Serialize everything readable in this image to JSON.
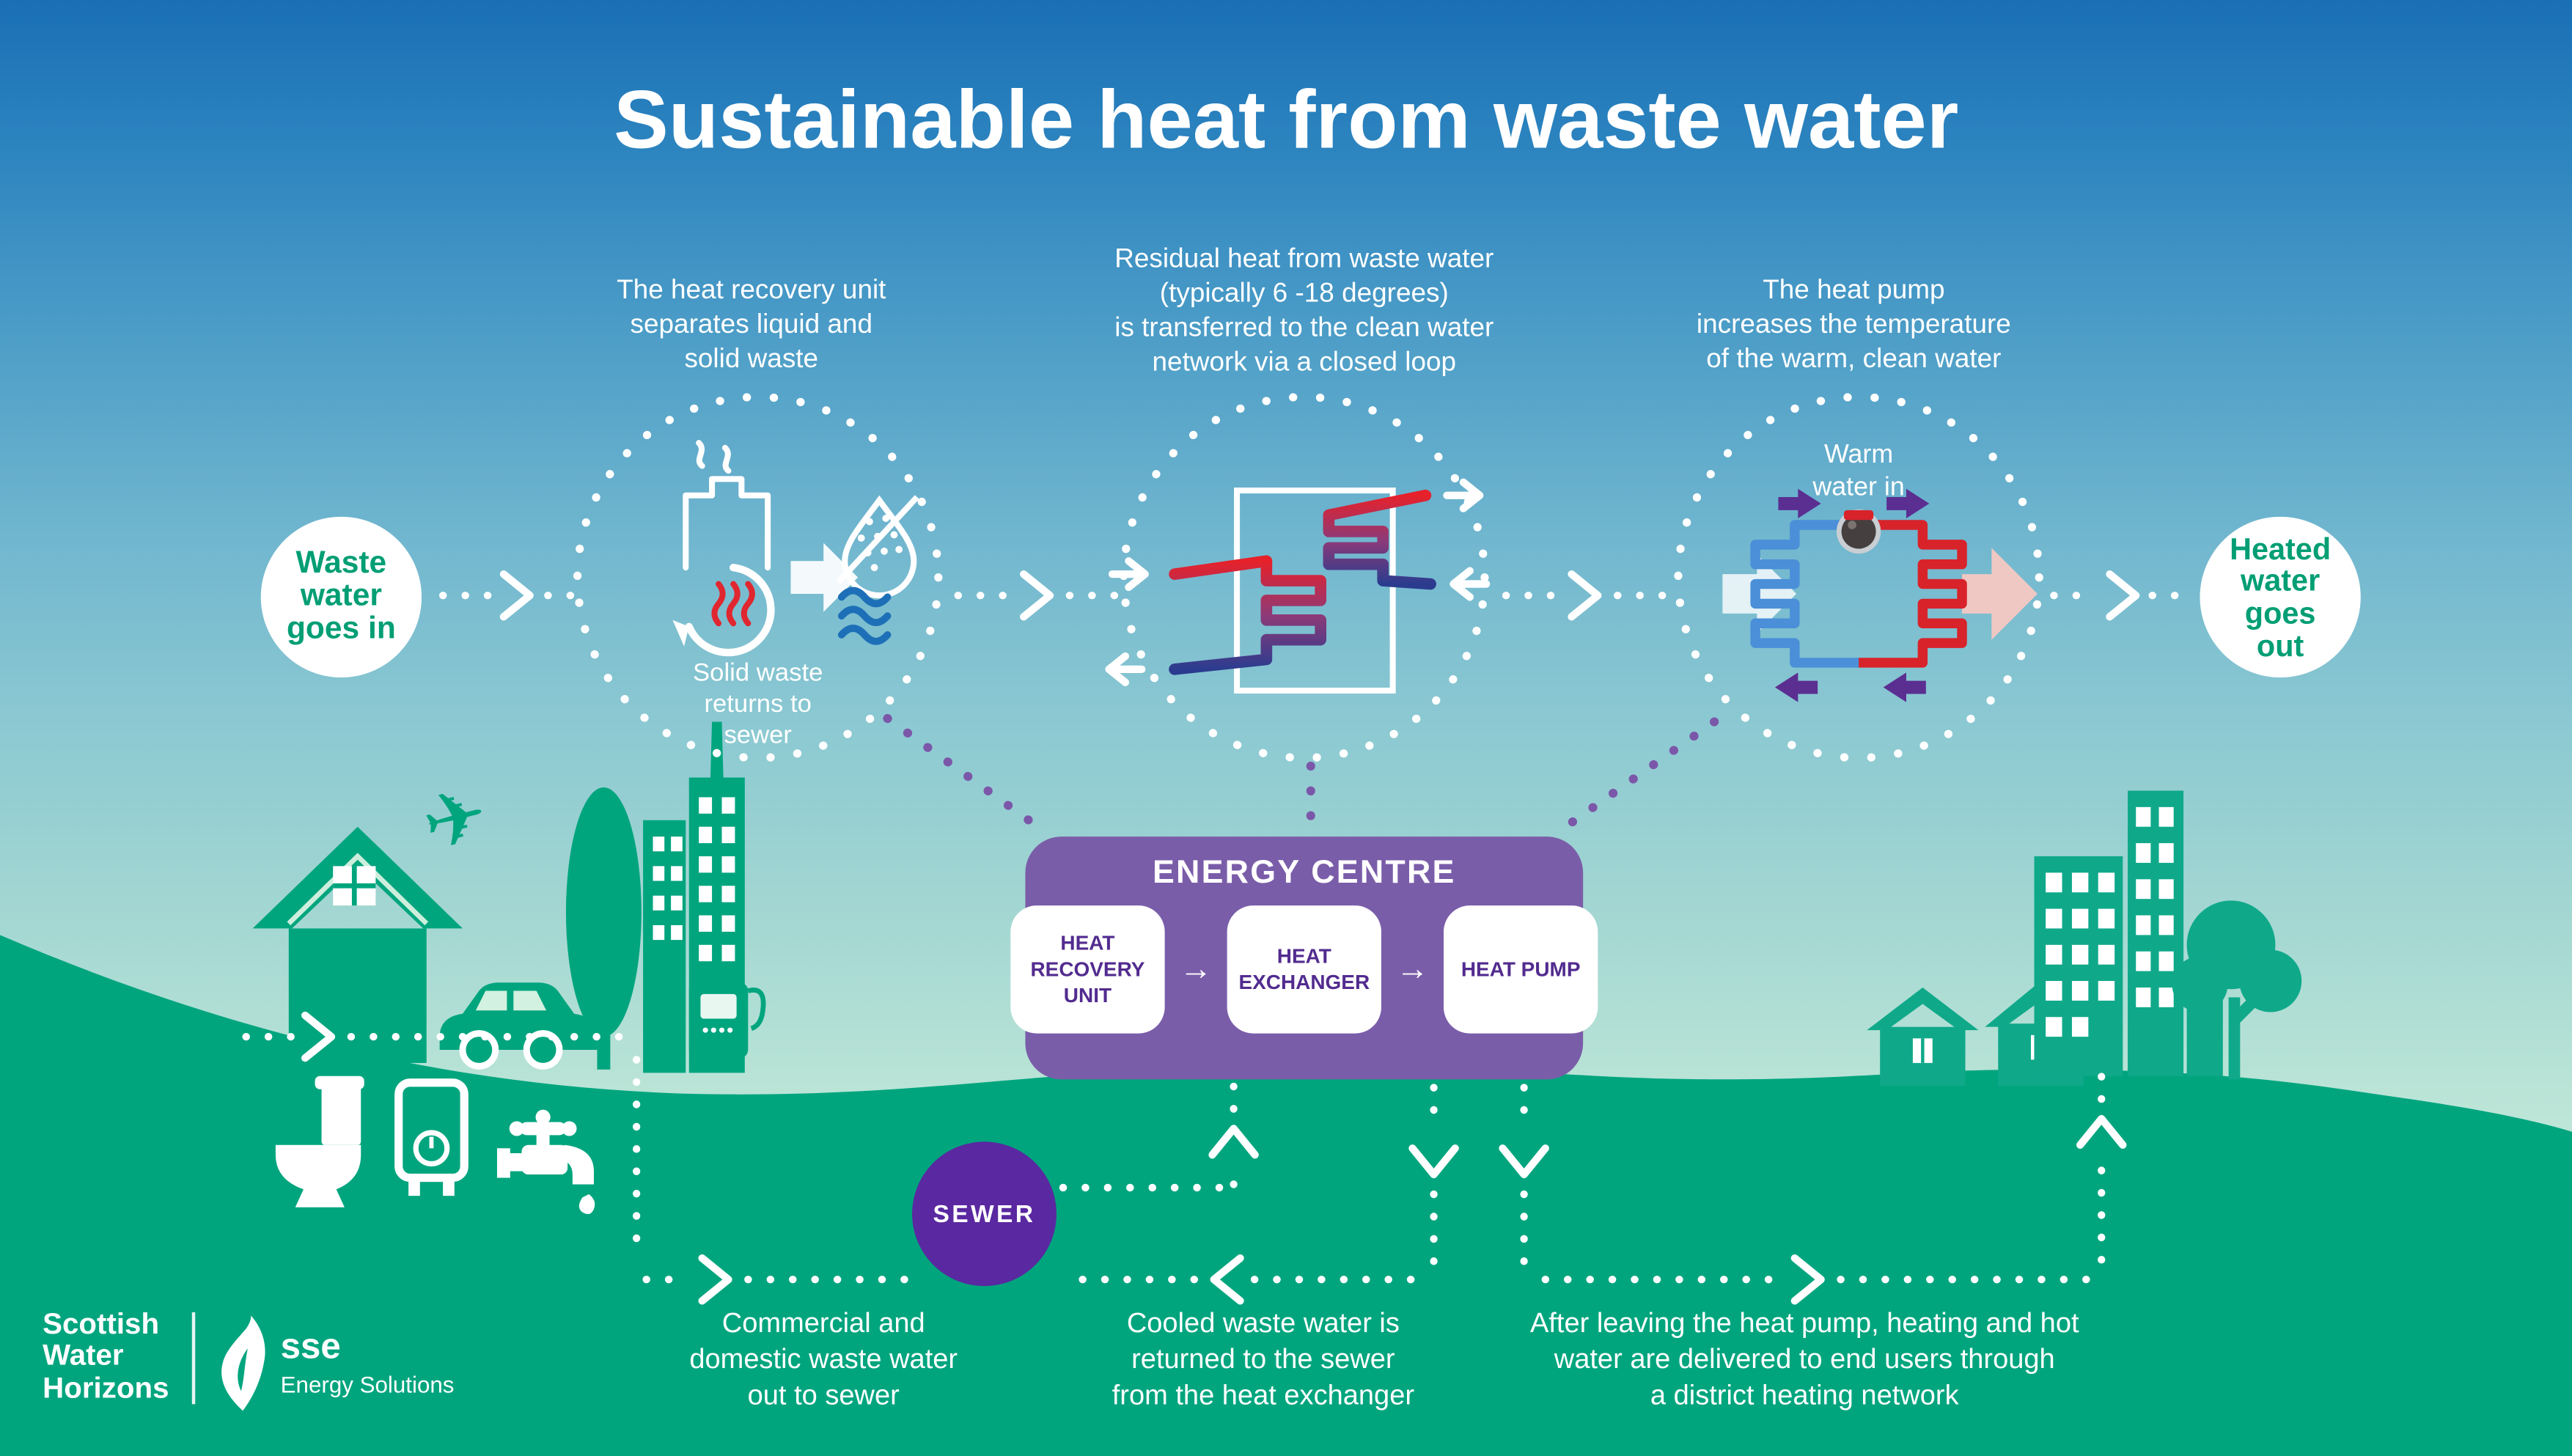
{
  "title": "Sustainable heat from waste water",
  "steps": [
    {
      "lines": [
        "The heat recovery unit",
        "separates liquid and",
        "solid waste"
      ]
    },
    {
      "lines": [
        "Residual heat from waste water",
        "(typically 6 -18 degrees)",
        "is transferred to the clean water",
        "network via a closed loop"
      ]
    },
    {
      "lines": [
        "The heat pump",
        "increases the temperature",
        "of the warm, clean water"
      ]
    }
  ],
  "badges": {
    "input": {
      "lines": [
        "Waste",
        "water",
        "goes in"
      ]
    },
    "output": {
      "lines": [
        "Heated",
        "water",
        "goes",
        "out"
      ]
    }
  },
  "circle_captions": {
    "heat_recovery": {
      "lines": [
        "Solid waste",
        "returns to",
        "sewer"
      ]
    },
    "heat_pump": {
      "lines": [
        "Warm",
        "water in"
      ]
    }
  },
  "energy_centre": {
    "title": "ENERGY CENTRE",
    "units": [
      "HEAT RECOVERY UNIT",
      "HEAT EXCHANGER",
      "HEAT PUMP"
    ],
    "flow_arrow": "→"
  },
  "sewer_label": "SEWER",
  "captions": [
    {
      "lines": [
        "Commercial and",
        "domestic waste water",
        "out to sewer"
      ]
    },
    {
      "lines": [
        "Cooled waste water is",
        "returned to the sewer",
        "from the heat exchanger"
      ]
    },
    {
      "lines": [
        "After leaving the heat pump, heating and hot",
        "water are delivered to end users through",
        "a district heating network"
      ]
    }
  ],
  "footer": {
    "scottish_water": {
      "lines": [
        "Scottish",
        "Water",
        "Horizons"
      ]
    },
    "sse": {
      "name": "sse",
      "subtitle": "Energy Solutions"
    }
  },
  "colors": {
    "sky_blue_top": "#1a6fb5",
    "horizon_mint": "#d3f1e0",
    "landscape_green": "#00a57e",
    "accent_green_text": "#009e74",
    "energy_centre_purple": "#7a5da9",
    "sewer_purple": "#5a28a0",
    "unit_text_purple": "#522b8f",
    "hot_red": "#d8232a",
    "cold_blue": "#1d70b7"
  }
}
